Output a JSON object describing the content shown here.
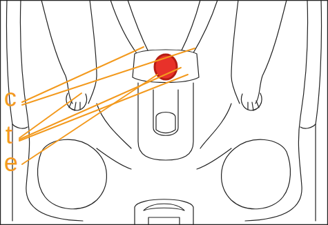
{
  "diagram": {
    "labels": [
      "c",
      "t",
      "e"
    ]
  }
}
